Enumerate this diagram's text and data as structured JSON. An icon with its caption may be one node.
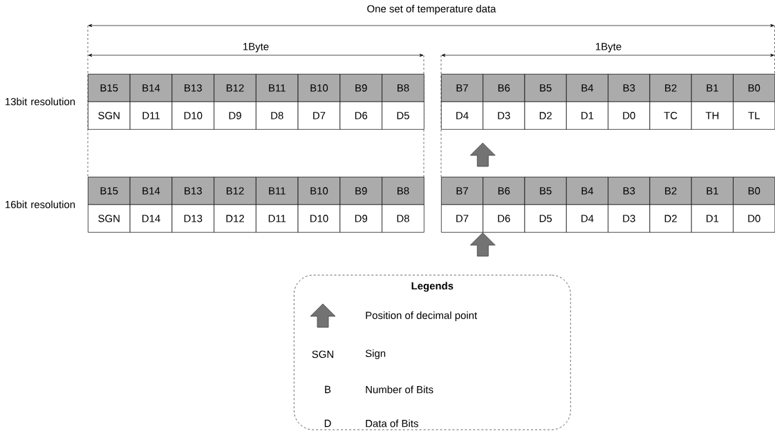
{
  "diagram": {
    "nodes": [
      {
        "text": [
          "Legends"
        ]
      }
    ],
    "labels": [
      "One set of temperature data",
      "1Byte",
      "1Byte",
      "13bit resolution",
      "B15",
      "B14",
      "B13",
      "B12",
      "B11",
      "B10",
      "B9",
      "B8",
      "B7",
      "B6",
      "B5",
      "B4",
      "B3",
      "B2",
      "B1",
      "B0",
      "SGN",
      "D11",
      "D10",
      "D9",
      "D8",
      "D7",
      "D6",
      "D5",
      "D4",
      "D3",
      "D2",
      "D1",
      "D0",
      "TC",
      "TH",
      "TL",
      "16bit resolution",
      "B15",
      "B14",
      "B13",
      "B12",
      "B11",
      "B10",
      "B9",
      "B8",
      "B7",
      "B6",
      "B5",
      "B4",
      "B3",
      "B2",
      "B1",
      "B0",
      "SGN",
      "D14",
      "D13",
      "D12",
      "D11",
      "D10",
      "D9",
      "D8",
      "D7",
      "D6",
      "D5",
      "D4",
      "D3",
      "D2",
      "D1",
      "D0",
      "SGN",
      "B",
      "D"
    ],
    "legend": [
      {
        "text": "Position of decimal point"
      },
      {
        "text": "Sign"
      },
      {
        "text": "Number of Bits"
      },
      {
        "text": "Data of Bits"
      }
    ]
  }
}
